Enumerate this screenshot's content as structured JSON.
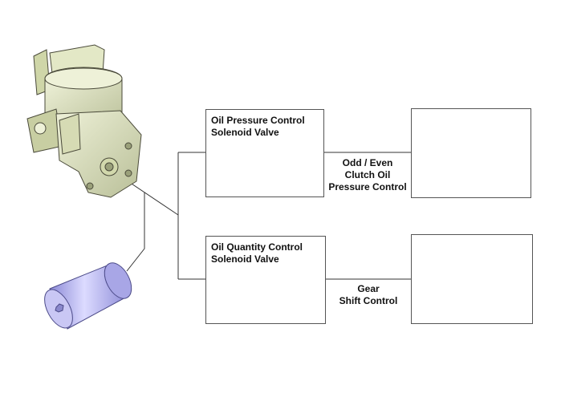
{
  "valve_top": {
    "line1": "Oil Pressure Control",
    "line2": "Solenoid Valve"
  },
  "valve_bottom": {
    "line1": "Oil Quantity Control",
    "line2": "Solenoid Valve"
  },
  "label_top": {
    "line1": "Odd / Even",
    "line2": "Clutch Oil",
    "line3": "Pressure Control"
  },
  "label_bottom": {
    "line1": "Gear",
    "line2": "Shift Control"
  },
  "icons": {
    "pump": "oil-pump-assembly-icon",
    "filter": "oil-filter-icon",
    "solenoid": "solenoid-valve-icon",
    "clutch": "dual-clutch-icon",
    "gearbox": "gearbox-icon"
  },
  "colors": {
    "pump_body": "#dde3bd",
    "filter_body": "#b9b7f0",
    "solenoid_purple": "#6d6ab6",
    "solenoid_green": "#2e9a46",
    "clutch_teal": "#3fa6b5"
  }
}
